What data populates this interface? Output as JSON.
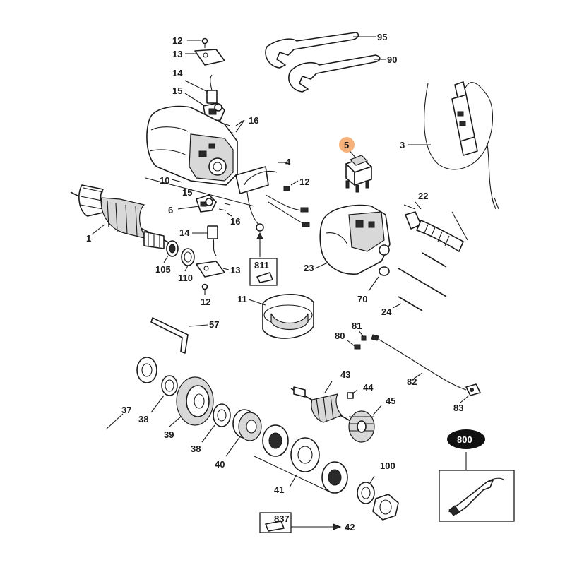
{
  "labels": {
    "p12a": "12",
    "p13a": "13",
    "p14a": "14",
    "p15a": "15",
    "p16a": "16",
    "p95": "95",
    "p90": "90",
    "p3": "3",
    "p5": "5",
    "p4": "4",
    "p12b": "12",
    "p10": "10",
    "p15b": "15",
    "p6": "6",
    "p16b": "16",
    "p22": "22",
    "p1": "1",
    "p14b": "14",
    "p811": "811",
    "p105": "105",
    "p110": "110",
    "p13b": "13",
    "p23": "23",
    "p12c": "12",
    "p70": "70",
    "p24": "24",
    "p11": "11",
    "p57": "57",
    "p81": "81",
    "p80": "80",
    "p43": "43",
    "p82": "82",
    "p44": "44",
    "p45": "45",
    "p83": "83",
    "p37": "37",
    "p38a": "38",
    "p39": "39",
    "p38b": "38",
    "p40": "40",
    "p800": "800",
    "p100": "100",
    "p41": "41",
    "p837": "837",
    "p42": "42"
  },
  "colors": {
    "highlight": "#f6b17b",
    "badge": "#111111",
    "ink": "#1a1a1a",
    "background": "#ffffff"
  }
}
